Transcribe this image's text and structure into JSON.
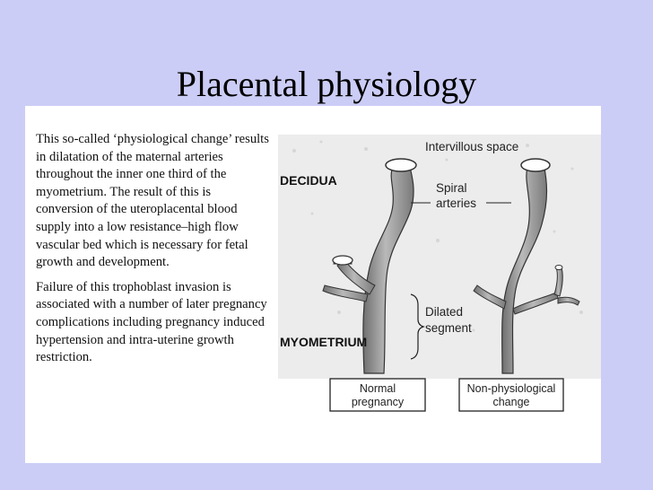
{
  "slide": {
    "title": "Placental physiology"
  },
  "text": {
    "paragraph_1": "This so-called ‘physiological change’ results in dilatation of the maternal arteries throughout the inner one third of the myometrium. The result of this is conversion of the uteroplacental blood supply into a low resistance–high flow vascular bed which is necessary for fetal growth and development.",
    "paragraph_2": "Failure of this trophoblast invasion is associated with a number of later pregnancy complications including pregnancy induced hypertension and intra-uterine growth restriction."
  },
  "diagram": {
    "labels": {
      "intervillous_space": "Intervillous space",
      "decidua": "DECIDUA",
      "spiral_line1": "Spiral",
      "spiral_line2": "arteries",
      "dilated_line1": "Dilated",
      "dilated_line2": "segment",
      "myometrium": "MYOMETRIUM"
    },
    "boxes": {
      "normal_line1": "Normal",
      "normal_line2": "pregnancy",
      "nonphys_line1": "Non-physiological",
      "nonphys_line2": "change"
    }
  }
}
